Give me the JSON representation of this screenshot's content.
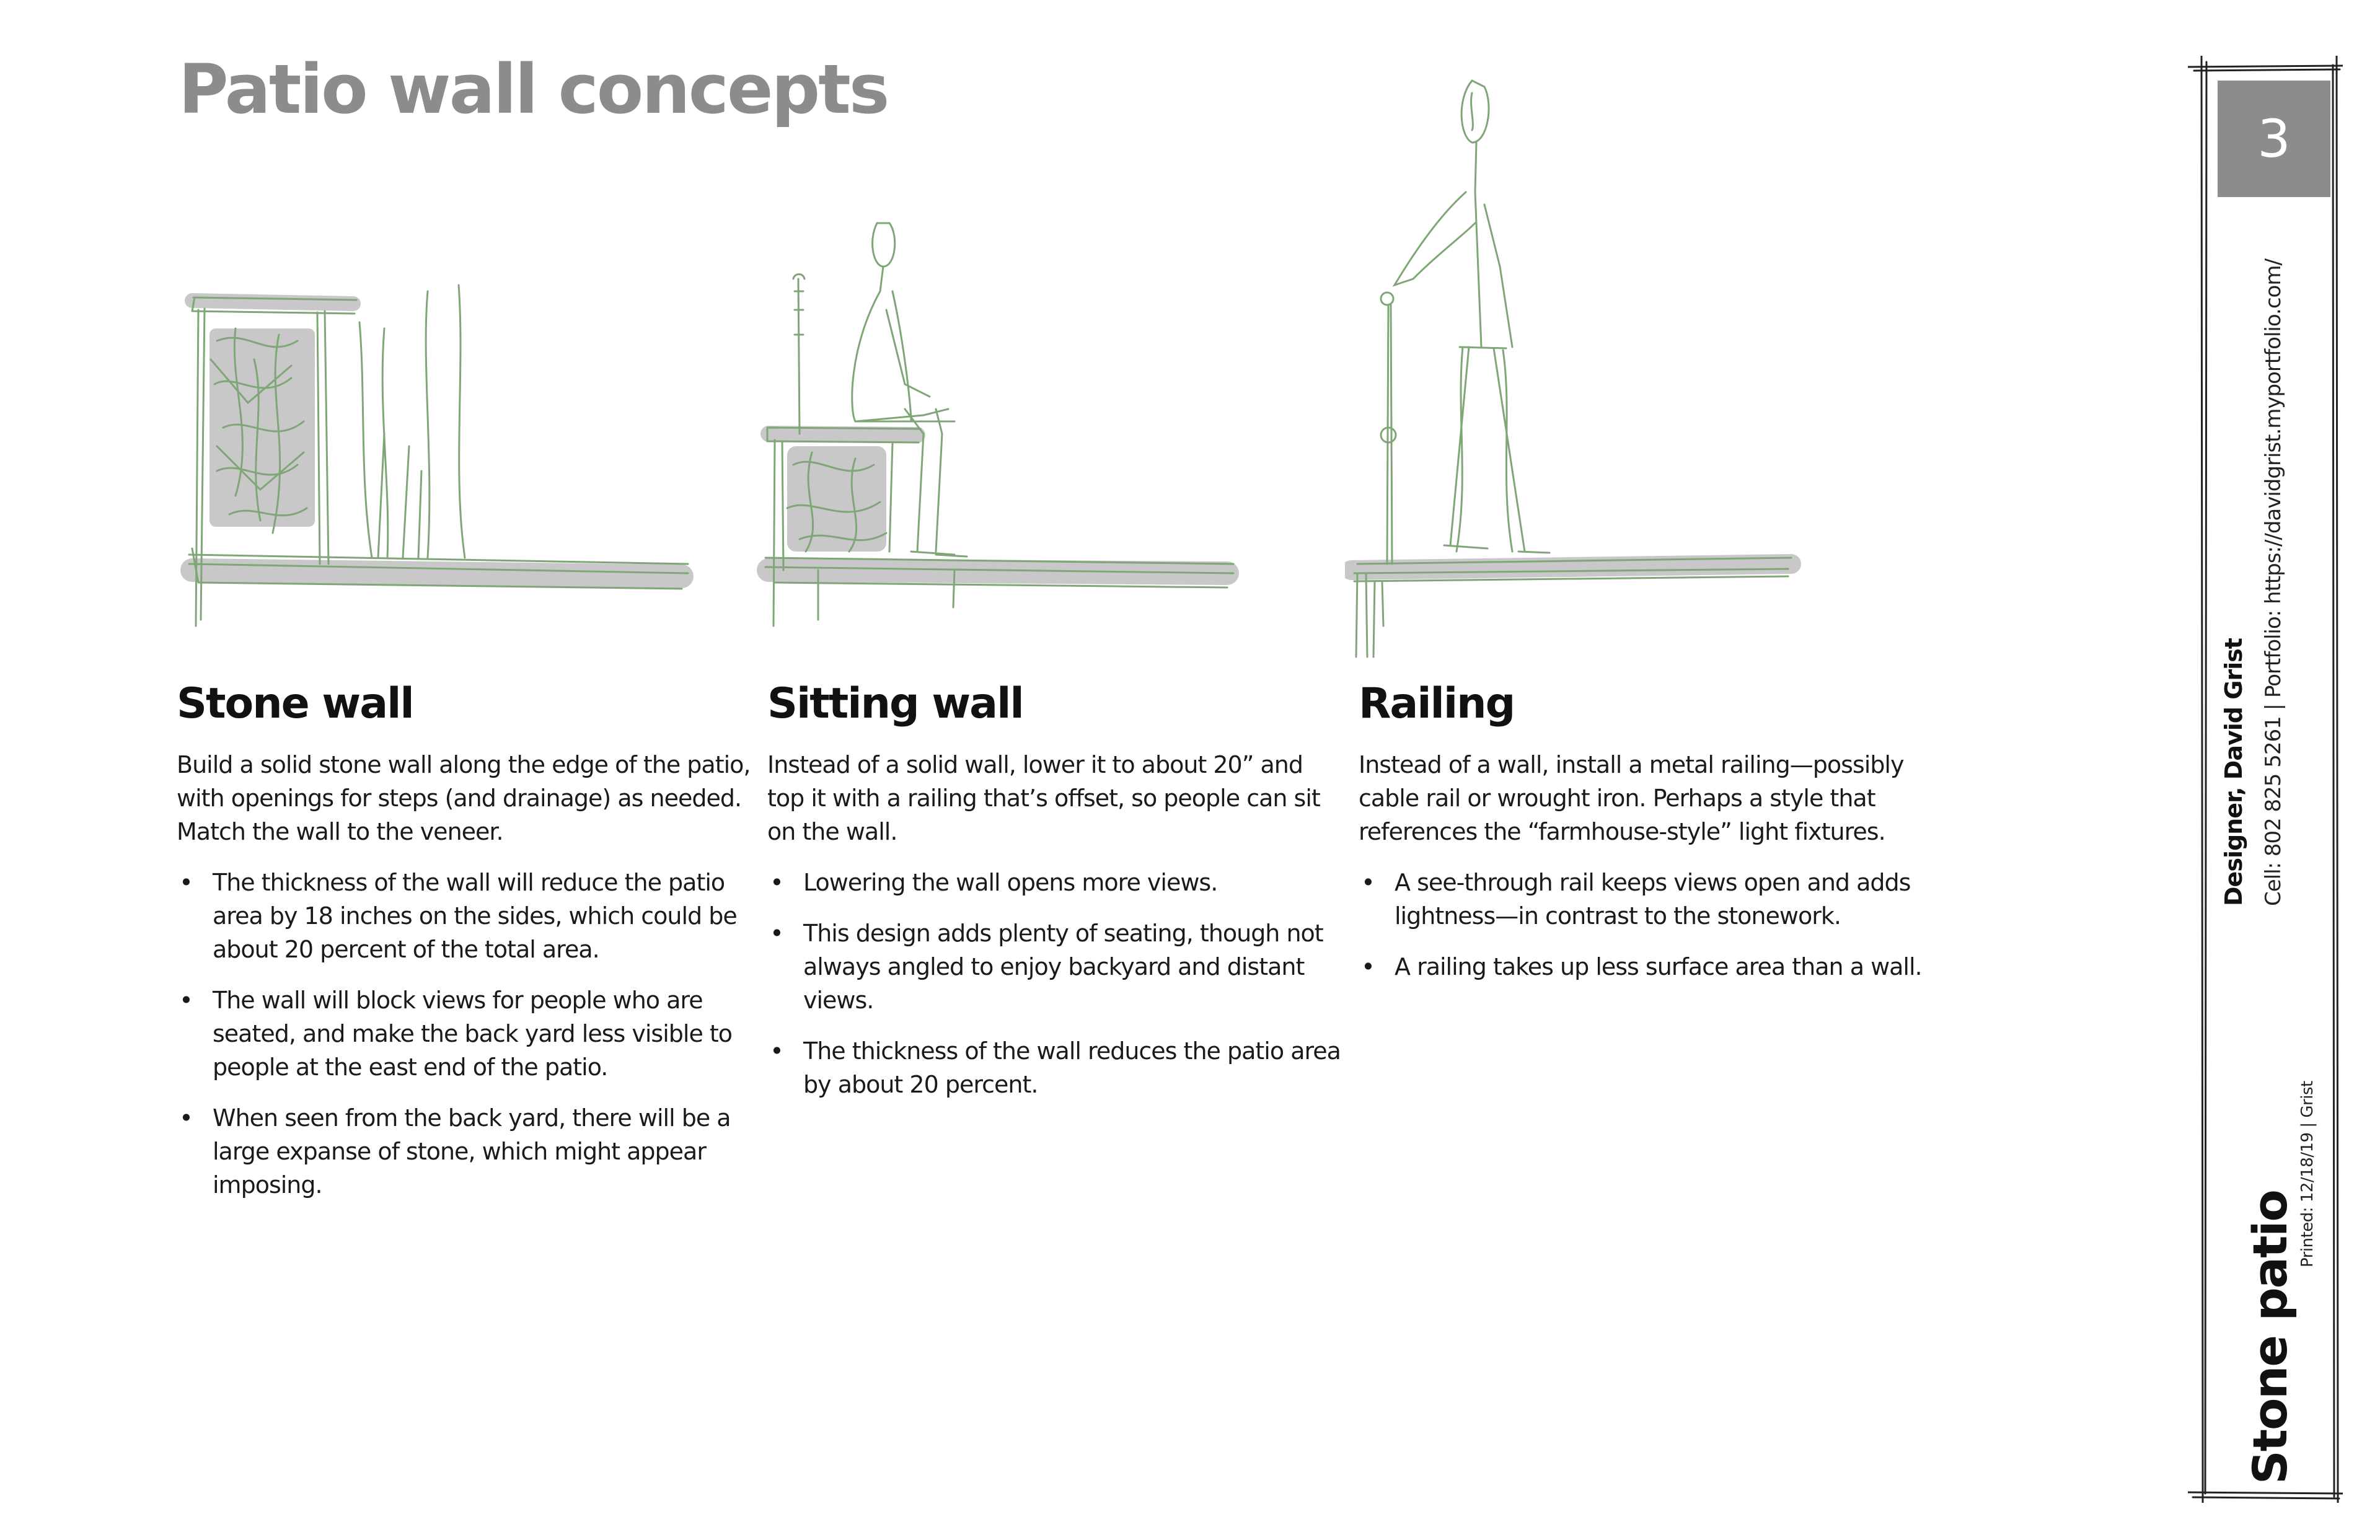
{
  "page": {
    "title": "Patio wall concepts",
    "page_number": "3"
  },
  "concepts": [
    {
      "heading": "Stone wall",
      "intro": "Build a solid stone wall along the edge of the patio, with openings for steps (and drainage) as needed. Match the wall to the veneer.",
      "bullets": [
        "The thickness of the wall will reduce the patio area by 18 inches on the sides, which could be about 20 percent of the total area.",
        "The wall will block views for people who are seated, and make the back yard less visible to people at the east end of the patio.",
        "When seen from the back yard, there will be a large expanse of stone, which might appear imposing."
      ]
    },
    {
      "heading": "Sitting wall",
      "intro": "Instead of a solid wall, lower it to about 20” and top it with a railing that’s offset, so people can sit on the wall.",
      "bullets": [
        "Lowering the wall opens more views.",
        "This design adds plenty of seating, though not always angled to enjoy backyard and distant views.",
        "The thickness of the wall reduces the patio area by about 20 percent."
      ]
    },
    {
      "heading": "Railing",
      "intro": "Instead of a wall, install a metal railing—possibly cable rail or wrought iron. Perhaps a style that references the “farmhouse-style” light fixtures.",
      "bullets": [
        "A see-through rail keeps views open and adds lightness—in contrast to the stonework.",
        "A railing takes up less surface area than a wall."
      ]
    }
  ],
  "title_block": {
    "project_name": "Stone patio",
    "designer": "Designer, David Grist",
    "contact": "Cell: 802 825 5261 | Portfolio: https://davidgrist.myportfolio.com/",
    "printed": "Printed: 12/18/19 | Grist"
  },
  "colors": {
    "sketch_line": "#7fa677",
    "sketch_fill": "#c8c8c8",
    "title_gray": "#8c8c8e"
  },
  "bullet_glyph": "•"
}
